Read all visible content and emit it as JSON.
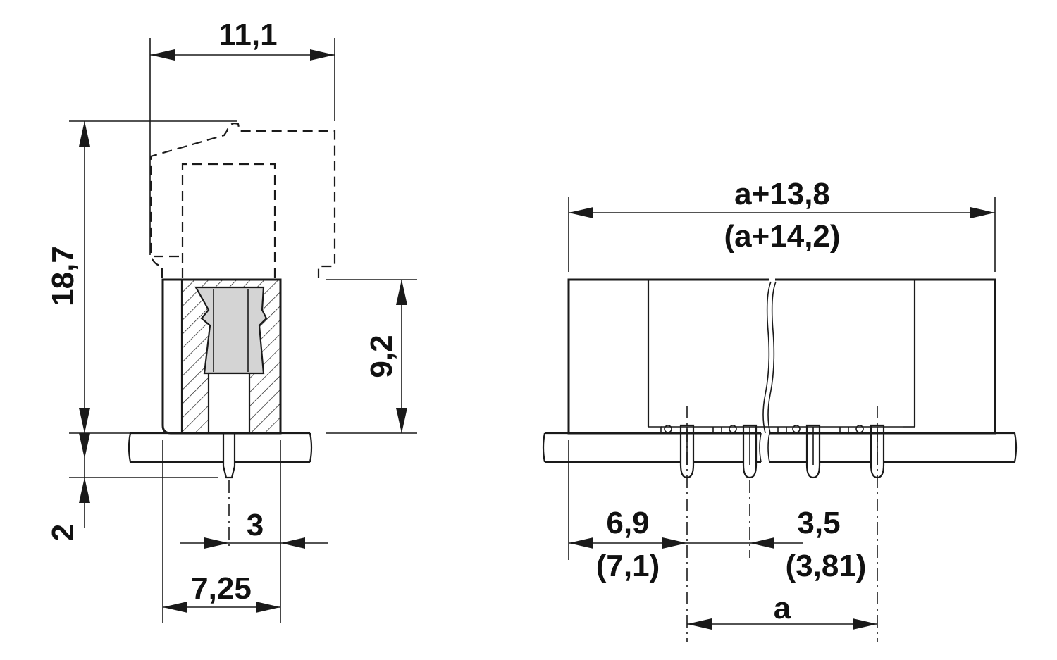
{
  "dimensions": {
    "side_width": "11,1",
    "side_height": "18,7",
    "body_height": "9,2",
    "pin_length": "2",
    "pin_offset": "3",
    "base_width": "7,25",
    "total_length": "a+13,8",
    "total_length_alt": "(a+14,2)",
    "end_offset": "6,9",
    "end_offset_alt": "(7,1)",
    "pitch": "3,5",
    "pitch_alt": "(3,81)",
    "span": "a"
  },
  "colors": {
    "line": "#1a1a1a",
    "contact_fill": "#d4d4d4",
    "background": "#ffffff"
  }
}
